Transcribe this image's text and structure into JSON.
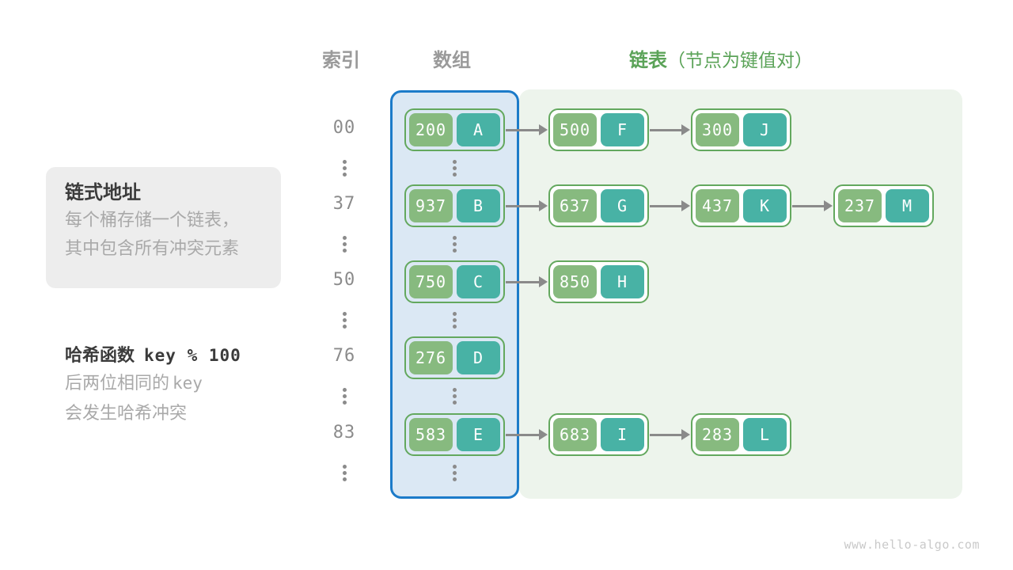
{
  "headers": {
    "index": "索引",
    "array": "数组",
    "list": "链表",
    "list_note": "（节点为键值对）"
  },
  "info_card": {
    "title": "链式地址",
    "lines": [
      "每个桶存储一个链表，",
      "其中包含所有冲突元素"
    ]
  },
  "hash_note": {
    "label": "哈希函数",
    "formula": "key % 100",
    "line1_prefix": "后两位相同的",
    "line1_code": "key",
    "line2": "会发生哈希冲突"
  },
  "table": {
    "rows": [
      {
        "index": "00",
        "bucket": {
          "key": "200",
          "value": "A"
        },
        "chain": [
          {
            "key": "500",
            "value": "F"
          },
          {
            "key": "300",
            "value": "J"
          }
        ]
      },
      {
        "index": "37",
        "bucket": {
          "key": "937",
          "value": "B"
        },
        "chain": [
          {
            "key": "637",
            "value": "G"
          },
          {
            "key": "437",
            "value": "K"
          },
          {
            "key": "237",
            "value": "M"
          }
        ]
      },
      {
        "index": "50",
        "bucket": {
          "key": "750",
          "value": "C"
        },
        "chain": [
          {
            "key": "850",
            "value": "H"
          }
        ]
      },
      {
        "index": "76",
        "bucket": {
          "key": "276",
          "value": "D"
        },
        "chain": []
      },
      {
        "index": "83",
        "bucket": {
          "key": "583",
          "value": "E"
        },
        "chain": [
          {
            "key": "683",
            "value": "I"
          },
          {
            "key": "283",
            "value": "L"
          }
        ]
      }
    ]
  },
  "footer": {
    "site": "www.hello-algo.com"
  },
  "colors": {
    "key_green": "#87ba7f",
    "val_teal": "#48b2a5",
    "node_border": "#63a85e",
    "array_fill": "#dbe8f4",
    "array_border": "#1c7bc9",
    "list_fill": "#edf4ec",
    "arrow_gray": "#8a8a8a",
    "header_gray": "#9a9a9a",
    "header_green": "#5ba358",
    "text_dark": "#3b3b3b",
    "text_gray": "#a9a9a9",
    "index_gray": "#8b8b8b",
    "card_fill": "#ededed",
    "footer_gray": "#c9c9c9"
  }
}
